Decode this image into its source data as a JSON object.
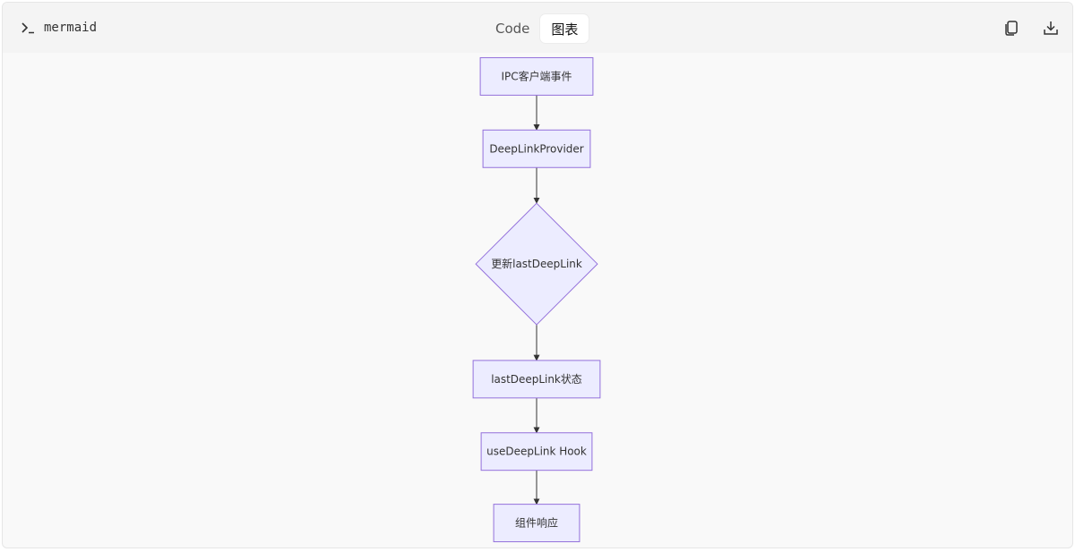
{
  "header": {
    "language_label": "mermaid",
    "prompt_icon": "terminal-prompt-icon",
    "tabs": [
      {
        "label": "Code",
        "active": false
      },
      {
        "label": "图表",
        "active": true
      }
    ],
    "copy_icon": "copy-icon",
    "download_icon": "download-icon"
  },
  "diagram": {
    "type": "flowchart",
    "direction": "TD",
    "node_fill": "#ececff",
    "node_stroke": "#9370db",
    "edge_color": "#333333",
    "nodes": [
      {
        "id": "n1",
        "label": "IPC客户端事件",
        "shape": "rect"
      },
      {
        "id": "n2",
        "label": "DeepLinkProvider",
        "shape": "rect"
      },
      {
        "id": "n3",
        "label": "更新lastDeepLink",
        "shape": "diamond"
      },
      {
        "id": "n4",
        "label": "lastDeepLink状态",
        "shape": "rect"
      },
      {
        "id": "n5",
        "label": "useDeepLink Hook",
        "shape": "rect"
      },
      {
        "id": "n6",
        "label": "组件响应",
        "shape": "rect"
      }
    ],
    "edges": [
      {
        "from": "n1",
        "to": "n2"
      },
      {
        "from": "n2",
        "to": "n3"
      },
      {
        "from": "n3",
        "to": "n4"
      },
      {
        "from": "n4",
        "to": "n5"
      },
      {
        "from": "n5",
        "to": "n6"
      }
    ]
  }
}
